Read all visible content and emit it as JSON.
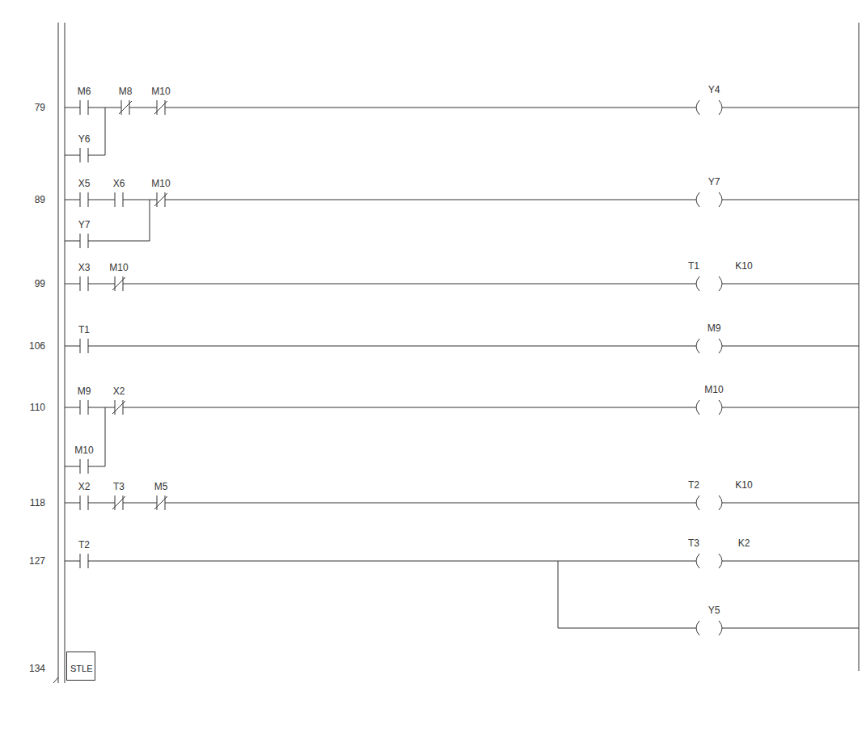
{
  "diagram": {
    "nodes": [
      {
        "text": [
          "STLE"
        ]
      }
    ],
    "labels": [
      "79",
      "M6",
      "M8",
      "M10",
      "Y4",
      "Y6",
      "89",
      "X5",
      "X6",
      "M10",
      "Y7",
      "Y7",
      "99",
      "X3",
      "M10",
      "T1",
      "K10",
      "106",
      "T1",
      "M9",
      "110",
      "M9",
      "X2",
      "M10",
      "M10",
      "118",
      "X2",
      "T3",
      "M5",
      "T2",
      "K10",
      "127",
      "T2",
      "T3",
      "K2",
      "Y5",
      "134"
    ]
  }
}
